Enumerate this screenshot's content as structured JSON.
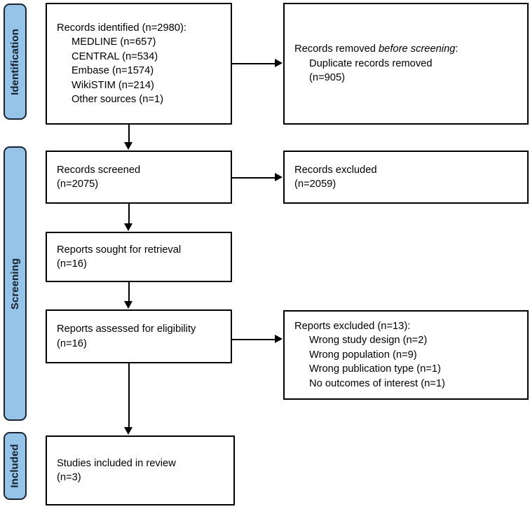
{
  "diagram": {
    "type": "prisma-flow-diagram",
    "colors": {
      "stage_pill_fill": "#96c3e8",
      "stage_pill_border": "#1a2432",
      "box_border": "#000000",
      "text": "#000000",
      "background": "#ffffff"
    },
    "stages": [
      {
        "id": "identification",
        "label": "Identification"
      },
      {
        "id": "screening",
        "label": "Screening"
      },
      {
        "id": "included",
        "label": "Included"
      }
    ],
    "boxes": {
      "records_identified": {
        "lines": [
          {
            "text": "Records identified (n=2980):",
            "indent": false
          },
          {
            "text": "MEDLINE (n=657)",
            "indent": true
          },
          {
            "text": "CENTRAL (n=534)",
            "indent": true
          },
          {
            "text": "Embase (n=1574)",
            "indent": true
          },
          {
            "text": "WikiSTIM (n=214)",
            "indent": true
          },
          {
            "text": "Other sources (n=1)",
            "indent": true
          }
        ]
      },
      "records_removed": {
        "lines": [
          {
            "text_before": "Records removed ",
            "text_italic": "before screening",
            "text_after": ":",
            "indent": false
          },
          {
            "text": "Duplicate records removed",
            "indent": true
          },
          {
            "text": "(n=905)",
            "indent": true
          }
        ]
      },
      "records_screened": {
        "lines": [
          {
            "text": "Records screened",
            "indent": false
          },
          {
            "text": "(n=2075)",
            "indent": false
          }
        ]
      },
      "records_excluded": {
        "lines": [
          {
            "text": "Records excluded",
            "indent": false
          },
          {
            "text": "(n=2059)",
            "indent": false
          }
        ]
      },
      "reports_sought": {
        "lines": [
          {
            "text": "Reports sought for retrieval",
            "indent": false
          },
          {
            "text": "(n=16)",
            "indent": false
          }
        ]
      },
      "reports_assessed": {
        "lines": [
          {
            "text": "Reports assessed for eligibility",
            "indent": false
          },
          {
            "text": "(n=16)",
            "indent": false
          }
        ]
      },
      "reports_excluded": {
        "lines": [
          {
            "text": "Reports excluded (n=13):",
            "indent": false
          },
          {
            "text": "Wrong study design (n=2)",
            "indent": true
          },
          {
            "text": "Wrong population (n=9)",
            "indent": true
          },
          {
            "text": "Wrong publication type (n=1)",
            "indent": true
          },
          {
            "text": "No outcomes of interest (n=1)",
            "indent": true
          }
        ]
      },
      "studies_included": {
        "lines": [
          {
            "text": "Studies included in review",
            "indent": false
          },
          {
            "text": "(n=3)",
            "indent": false
          }
        ]
      }
    },
    "chart_data": {
      "type": "table",
      "title": "PRISMA 2020 flow diagram",
      "counts": {
        "records_identified_total": 2980,
        "records_identified_medline": 657,
        "records_identified_central": 534,
        "records_identified_embase": 1574,
        "records_identified_wikistim": 214,
        "records_identified_other_sources": 1,
        "duplicate_records_removed": 905,
        "records_screened": 2075,
        "records_excluded": 2059,
        "reports_sought_for_retrieval": 16,
        "reports_assessed_for_eligibility": 16,
        "reports_excluded_total": 13,
        "reports_excluded_wrong_study_design": 2,
        "reports_excluded_wrong_population": 9,
        "reports_excluded_wrong_publication_type": 1,
        "reports_excluded_no_outcomes_of_interest": 1,
        "studies_included_in_review": 3
      }
    }
  }
}
